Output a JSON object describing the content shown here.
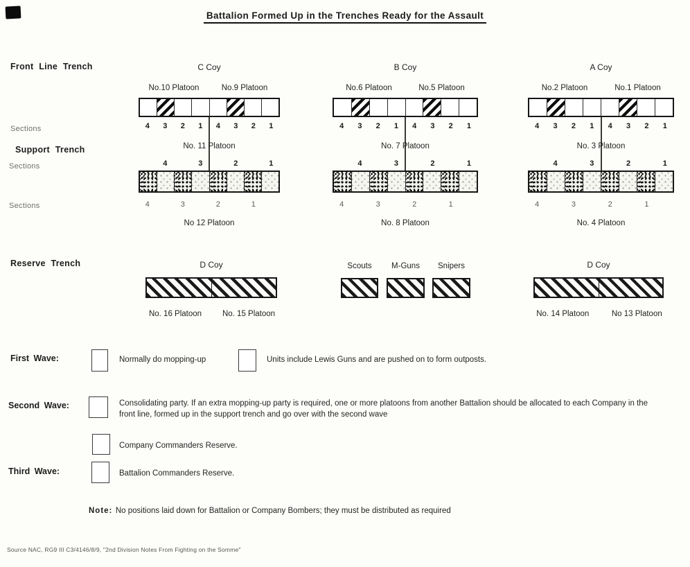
{
  "title": "Battalion Formed Up in the Trenches Ready for the Assault",
  "left_labels": {
    "front_line": "Front Line Trench",
    "support": "Support Trench",
    "reserve": "Reserve Trench",
    "sections": "Sections"
  },
  "companies": [
    {
      "coy": "C Coy",
      "front": {
        "left_platoon": "No.10 Platoon",
        "right_platoon": "No.9 Platoon",
        "sections": [
          "4",
          "3",
          "2",
          "1",
          "4",
          "3",
          "2",
          "1"
        ]
      },
      "support": {
        "top_platoon": "No. 11 Platoon",
        "top_sections": [
          "4",
          "3",
          "2",
          "1"
        ],
        "bottom_sections": [
          "4",
          "3",
          "2",
          "1"
        ],
        "bottom_platoon": "No 12 Platoon"
      }
    },
    {
      "coy": "B Coy",
      "front": {
        "left_platoon": "No.6 Platoon",
        "right_platoon": "No.5 Platoon",
        "sections": [
          "4",
          "3",
          "2",
          "1",
          "4",
          "3",
          "2",
          "1"
        ]
      },
      "support": {
        "top_platoon": "No. 7 Platoon",
        "top_sections": [
          "4",
          "3",
          "2",
          "1"
        ],
        "bottom_sections": [
          "4",
          "3",
          "2",
          "1"
        ],
        "bottom_platoon": "No. 8 Platoon"
      }
    },
    {
      "coy": "A Coy",
      "front": {
        "left_platoon": "No.2 Platoon",
        "right_platoon": "No.1 Platoon",
        "sections": [
          "4",
          "3",
          "2",
          "1",
          "4",
          "3",
          "2",
          "1"
        ]
      },
      "support": {
        "top_platoon": "No. 3 Platoon",
        "top_sections": [
          "4",
          "3",
          "2",
          "1"
        ],
        "bottom_sections": [
          "4",
          "3",
          "2",
          "1"
        ],
        "bottom_platoon": "No. 4 Platoon"
      }
    }
  ],
  "reserve": {
    "left": {
      "coy": "D Coy",
      "left_platoon": "No. 16 Platoon",
      "right_platoon": "No. 15 Platoon"
    },
    "middle": {
      "units": [
        "Scouts",
        "M-Guns",
        "Snipers"
      ]
    },
    "right": {
      "coy": "D Coy",
      "left_platoon": "No. 14 Platoon",
      "right_platoon": "No 13 Platoon"
    }
  },
  "legend": {
    "first_wave_label": "First Wave:",
    "first_wave_plain_text": "Normally do mopping-up",
    "first_wave_hatch_text": "Units include Lewis Guns and are pushed on to form outposts.",
    "second_wave_label": "Second Wave:",
    "second_wave_text": "Consolidating party.  If an extra mopping-up party is required, one or more platoons from another Battalion should be allocated to each Company in the front line, formed up in the support trench and go over with the second wave",
    "ccr_text": "Company Commanders Reserve.",
    "third_wave_label": "Third Wave:",
    "third_wave_text": "Battalion Commanders Reserve.",
    "note_label": "Note:",
    "note_text": "No positions laid down for Battalion or Company Bombers; they must be distributed as required"
  },
  "source": "Source   NAC, RG9 III C3/4146/8/9, \"2nd Division Notes From Fighting on the Somme\""
}
